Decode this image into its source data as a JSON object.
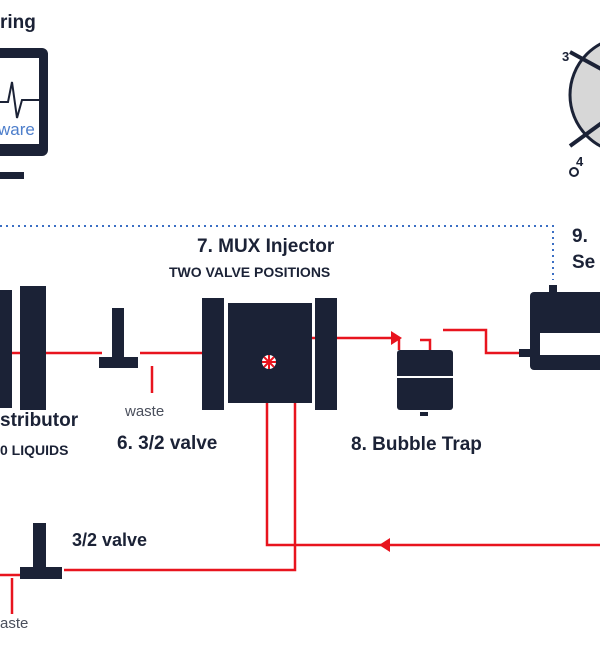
{
  "colors": {
    "navy": "#1b2236",
    "line": "#e8141e",
    "dotted": "#3b6fc4",
    "light_blue": "#4d7ecb",
    "grey": "#d7d7d7"
  },
  "labels": {
    "monitoring_title": "ring",
    "software": "ware",
    "mux_injector": "7. MUX Injector",
    "two_valve_positions": "TWO VALVE POSITIONS",
    "valve_6": "6. 3/2 valve",
    "waste_6": "waste",
    "distributor": "stributor",
    "liquids": "0 LIQUIDS",
    "bubble_trap": "8. Bubble Trap",
    "sensor_num": "9.",
    "sensor_se": "Se",
    "valve_lower": "3/2 valve",
    "waste_lower": "aste",
    "port_3": "3",
    "port_4": "4"
  },
  "icons": [
    "monitor-icon",
    "rotary-valve-icon",
    "sensor-chip-icon",
    "three-way-valve-icon",
    "bubble-trap-icon",
    "injector-icon"
  ]
}
